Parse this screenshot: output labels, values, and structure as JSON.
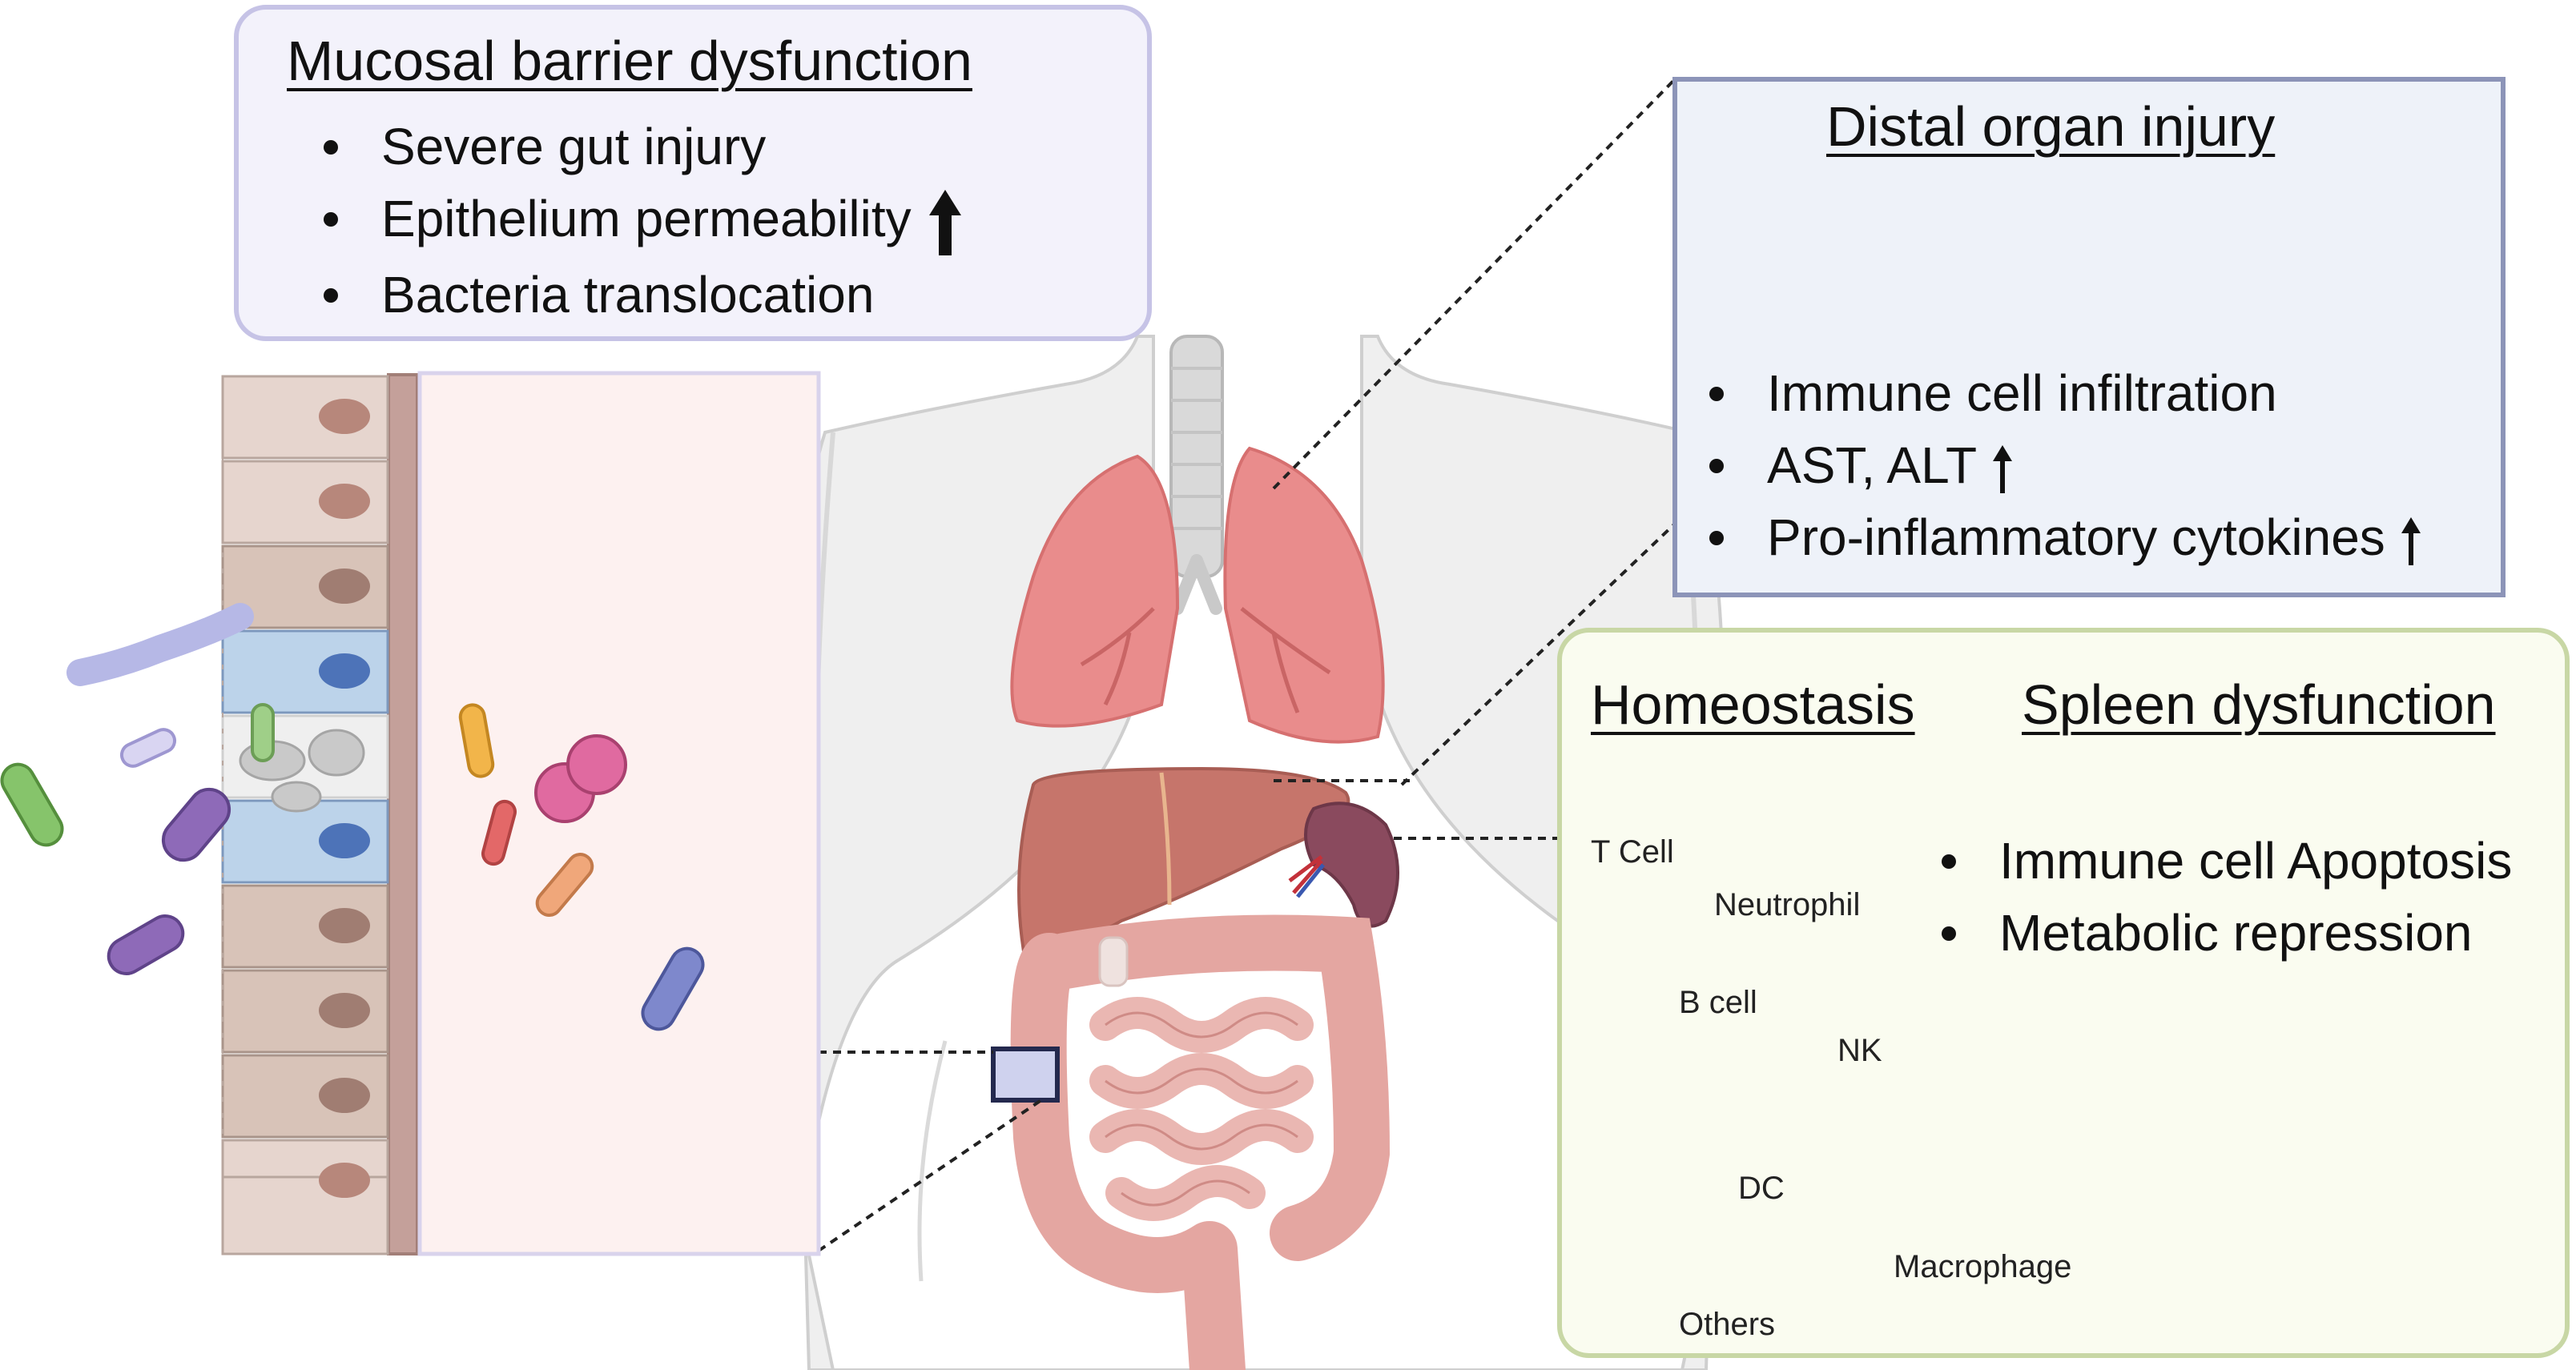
{
  "mucosal": {
    "title": "Mucosal barrier dysfunction",
    "bullets": [
      "Severe gut injury",
      "Epithelium permeability",
      "Bacteria translocation"
    ]
  },
  "distal": {
    "title": "Distal organ injury",
    "bullets": [
      "Immune cell infiltration",
      "AST, ALT",
      "Pro-inflammatory cytokines"
    ]
  },
  "spleen": {
    "left_title": "Homeostasis",
    "right_title": "Spleen dysfunction",
    "bullets": [
      "Immune cell Apoptosis",
      "Metabolic repression"
    ],
    "cells": [
      "T Cell",
      "Neutrophil",
      "B cell",
      "NK",
      "DC",
      "Macrophage",
      "Others"
    ]
  },
  "colors": {
    "mucosal_border": "#c6c3e6",
    "distal_border": "#8c94b8",
    "spleen_border": "#c8d7a5",
    "lung": "#e98c8c",
    "liver": "#c6756b",
    "spleen_organ": "#8a4a5e",
    "intestine": "#e4a6a1"
  }
}
